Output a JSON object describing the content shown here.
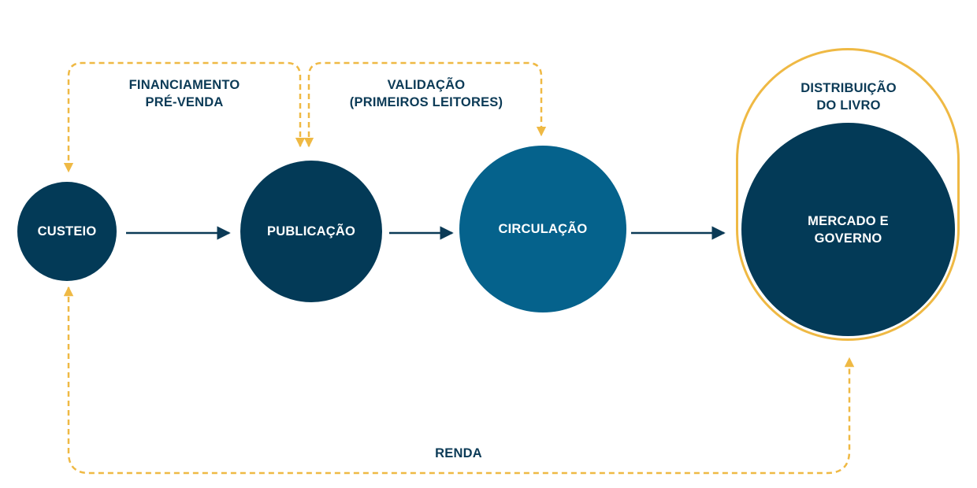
{
  "colors": {
    "dark_navy": "#033a57",
    "teal_blue": "#05628c",
    "accent_yellow": "#efb944",
    "label_text": "#0b3a56",
    "arrow": "#0b3a56"
  },
  "nodes": {
    "custeio": {
      "label": "CUSTEIO",
      "color": "#033a57"
    },
    "publicacao": {
      "label": "PUBLICAÇÃO",
      "color": "#033a57"
    },
    "circulacao": {
      "label": "CIRCULAÇÃO",
      "color": "#05628c"
    },
    "mercado": {
      "label": "MERCADO E\nGOVERNO",
      "color": "#033a57"
    }
  },
  "flows": {
    "financiamento": "FINANCIAMENTO\nPRÉ-VENDA",
    "validacao": "VALIDAÇÃO\n(PRIMEIROS LEITORES)",
    "distribuicao": "DISTRIBUIÇÃO\nDO LIVRO",
    "renda": "RENDA"
  }
}
